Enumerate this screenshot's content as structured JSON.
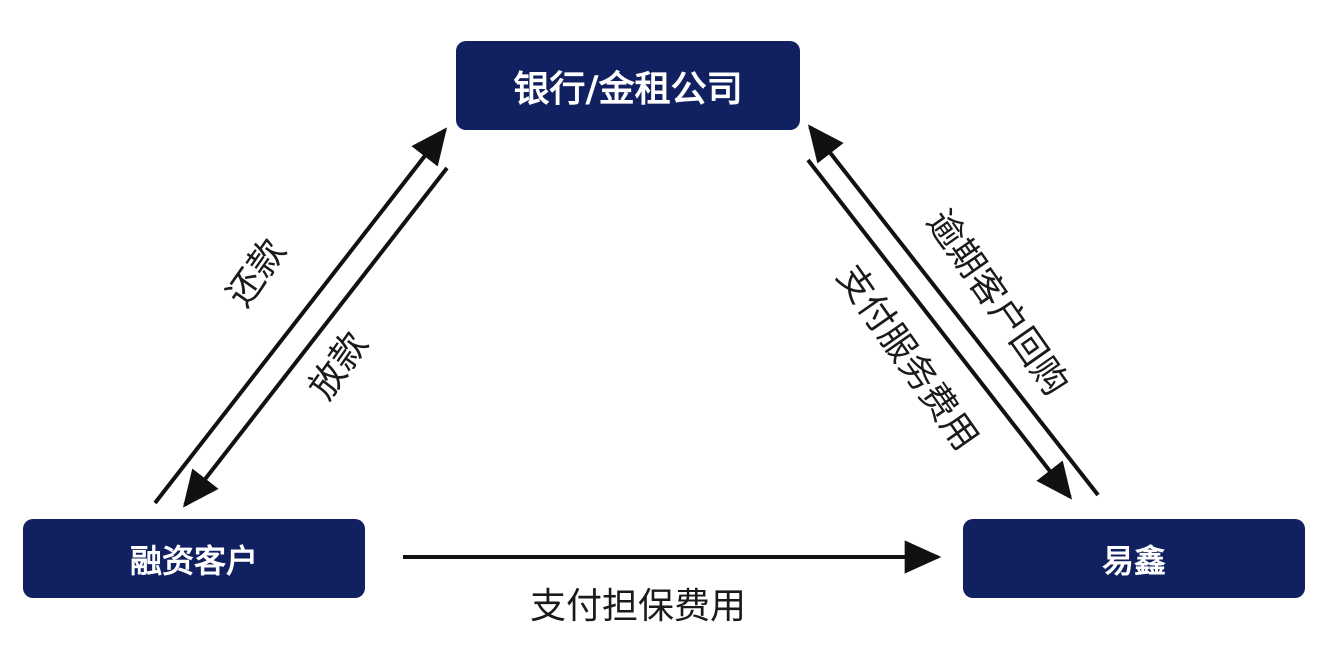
{
  "nodes": {
    "bank": "银行/金租公司",
    "client": "融资客户",
    "yixin": "易鑫"
  },
  "edges": {
    "repay": "还款",
    "loan": "放款",
    "overdue_buyback": "逾期客户回购",
    "service_fee": "支付服务费用",
    "guarantee_fee": "支付担保费用"
  },
  "colors": {
    "node_fill": "#112060",
    "node_text": "#ffffff",
    "arrow": "#111111",
    "label_text": "#1a1a1a"
  }
}
